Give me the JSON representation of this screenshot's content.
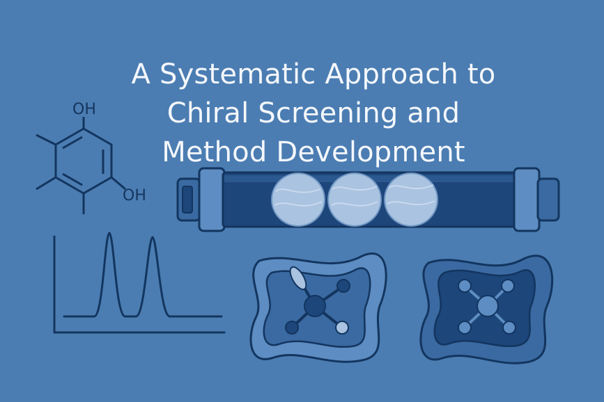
{
  "title": {
    "line1": "A Systematic Approach to",
    "line2": "Chiral Screening and",
    "line3": "Method Development"
  },
  "molecule": {
    "label_top": "OH",
    "label_right": "OH"
  },
  "colors": {
    "background": "#4b7db2",
    "title_text": "#f4f7fb",
    "line_dark": "#13355f",
    "column_body": "#1d467b",
    "bead": "#a9c3e0"
  },
  "icons": [
    "benzene-ring-icon",
    "chromatogram-icon",
    "hplc-column-icon",
    "chiral-selector-cell-icon"
  ]
}
